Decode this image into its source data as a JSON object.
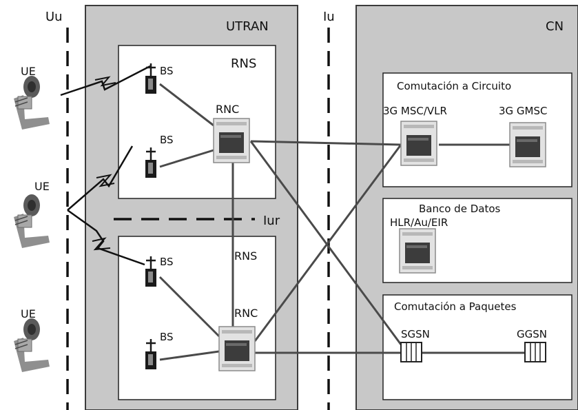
{
  "labels": {
    "uu": "Uu",
    "iu": "Iu",
    "iur": "Iur",
    "utran": "UTRAN",
    "cn": "CN",
    "rns_top": "RNS",
    "rns_bottom": "RNS",
    "rnc_top": "RNC",
    "rnc_bottom": "RNC",
    "bs1": "BS",
    "bs2": "BS",
    "bs3": "BS",
    "bs4": "BS",
    "ue1": "UE",
    "ue2": "UE",
    "ue3": "UE",
    "circuit_title": "Comutación a Circuito",
    "msc_vlr": "3G MSC/VLR",
    "gmsc": "3G GMSC",
    "db_title": "Banco de Datos",
    "hlr": "HLR/Au/EIR",
    "packet_title": "Comutación a Paquetes",
    "sgsn": "SGSN",
    "ggsn": "GGSN"
  },
  "colors": {
    "domain_fill": "#c8c8c8",
    "box_fill": "#ffffff",
    "line": "#4a4a4a",
    "text": "#111111"
  }
}
